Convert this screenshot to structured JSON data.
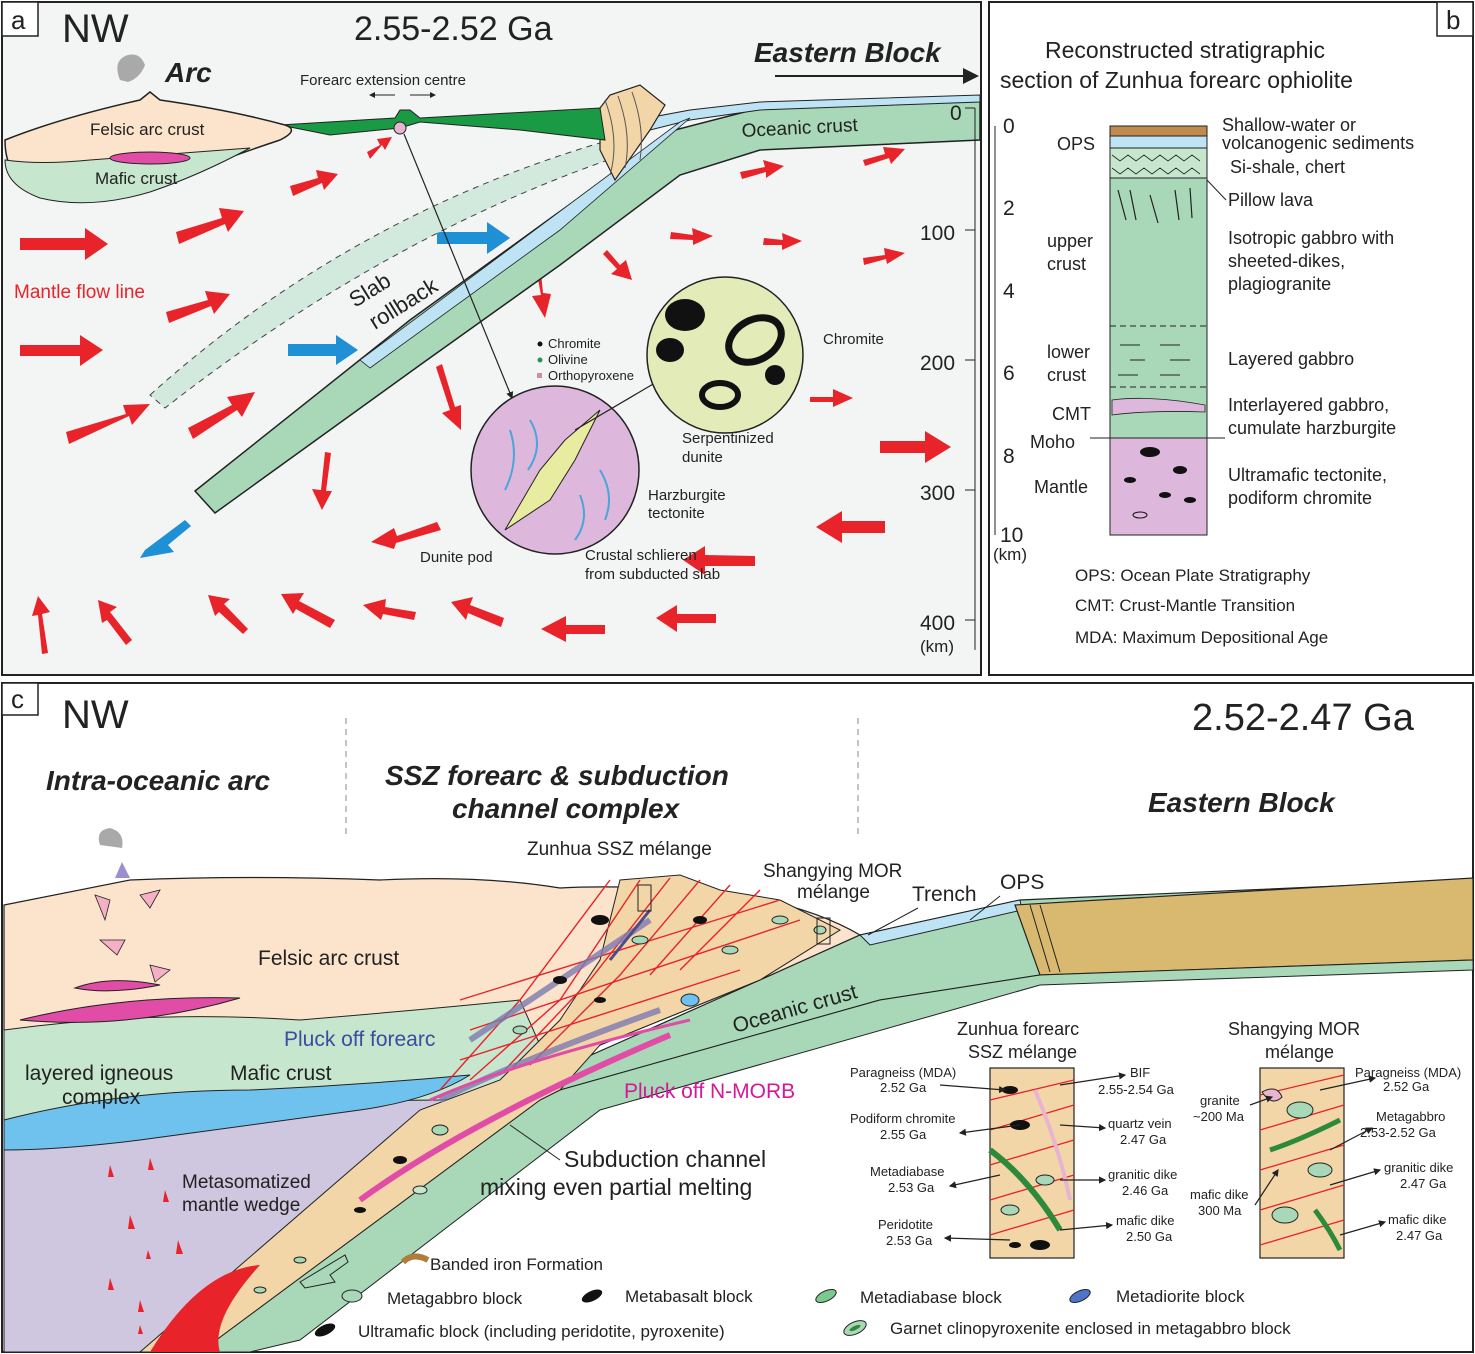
{
  "panel_a": {
    "letter": "a",
    "direction": "NW",
    "age": "2.55-2.52 Ga",
    "eastern_block": "Eastern Block",
    "arc": "Arc",
    "forearc_extension": "Forearc extension centre",
    "felsic_arc_crust": "Felsic arc crust",
    "mafic_crust": "Mafic crust",
    "oceanic_crust": "Oceanic crust",
    "slab": "Slab",
    "rollback": "rollback",
    "mantle_flow_line": "Mantle flow line",
    "chromite_key": "Chromite",
    "olivine_key": "Olivine",
    "orthopyroxene_key": "Orthopyroxene",
    "chromite_label": "Chromite",
    "serpentinized_1": "Serpentinized",
    "serpentinized_2": "dunite",
    "harzburgite_1": "Harzburgite",
    "harzburgite_2": "tectonite",
    "dunite_pod": "Dunite pod",
    "crustal_1": "Crustal schlieren",
    "crustal_2": "from subducted slab",
    "depth_ticks": [
      "0",
      "100",
      "200",
      "300",
      "400"
    ],
    "depth_unit": "(km)"
  },
  "panel_b": {
    "letter": "b",
    "title_1": "Reconstructed stratigraphic",
    "title_2": "section of Zunhua forearc ophiolite",
    "depth_ticks": [
      "0",
      "2",
      "4",
      "6",
      "8",
      "10"
    ],
    "depth_unit": "(km)",
    "ops": "OPS",
    "upper_1": "upper",
    "upper_2": "crust",
    "lower_1": "lower",
    "lower_2": "crust",
    "cmt": "CMT",
    "moho": "Moho",
    "mantle": "Mantle",
    "shallow_1": "Shallow-water or",
    "shallow_2": "volcanogenic sediments",
    "sishale": "Si-shale, chert",
    "pillow": "Pillow lava",
    "isotropic_1": "Isotropic gabbro with",
    "isotropic_2": "sheeted-dikes,",
    "isotropic_3": "plagiogranite",
    "layered": "Layered gabbro",
    "interlayered_1": "Interlayered gabbro,",
    "interlayered_2": "cumulate harzburgite",
    "ultramafic_1": "Ultramafic tectonite,",
    "ultramafic_2": "podiform chromite",
    "abbr_ops": "OPS: Ocean Plate Stratigraphy",
    "abbr_cmt": "CMT: Crust-Mantle Transition",
    "abbr_mda": "MDA: Maximum Depositional Age"
  },
  "panel_c": {
    "letter": "c",
    "direction": "NW",
    "age": "2.52-2.47 Ga",
    "intra_oceanic_arc": "Intra-oceanic arc",
    "ssz_1": "SSZ forearc & subduction",
    "ssz_2": "channel complex",
    "eastern_block": "Eastern Block",
    "zunhua_melange": "Zunhua SSZ mélange",
    "shangying_1": "Shangying MOR",
    "shangying_2": "mélange",
    "trench": "Trench",
    "ops": "OPS",
    "felsic_arc_crust": "Felsic arc crust",
    "oceanic_crust": "Oceanic crust",
    "pluck_forearc": "Pluck off forearc",
    "pluck_nmorb": "Pluck off N-MORB",
    "layered_1": "layered igneous",
    "layered_2": "complex",
    "mafic_crust": "Mafic crust",
    "metasom_1": "Metasomatized",
    "metasom_2": "mantle wedge",
    "channel_1": "Subduction channel",
    "channel_2": "mixing even partial melting",
    "zunhua_col_1": "Zunhua forearc",
    "zunhua_col_2": "SSZ mélange",
    "shangying_col_1": "Shangying MOR",
    "shangying_col_2": "mélange",
    "z_labels": {
      "paragneiss": "Paragneiss (MDA)",
      "paragneiss_age": "2.52 Ga",
      "podiform": "Podiform chromite",
      "podiform_age": "2.55 Ga",
      "metadiabase": "Metadiabase",
      "metadiabase_age": "2.53 Ga",
      "peridotite": "Peridotite",
      "peridotite_age": "2.53 Ga",
      "bif": "BIF",
      "bif_age": "2.55-2.54 Ga",
      "quartz": "quartz vein",
      "quartz_age": "2.47 Ga",
      "granitic": "granitic dike",
      "granitic_age": "2.46 Ga",
      "mafic": "mafic dike",
      "mafic_age": "2.50 Ga"
    },
    "s_labels": {
      "granite": "granite",
      "granite_age": "~200 Ma",
      "mafic_left": "mafic dike",
      "mafic_left_age": "300 Ma",
      "paragneiss": "Paragneiss (MDA)",
      "paragneiss_age": "2.52 Ga",
      "metagabbro": "Metagabbro",
      "metagabbro_age": "2.53-2.52 Ga",
      "granitic": "granitic dike",
      "granitic_age": "2.47 Ga",
      "mafic": "mafic dike",
      "mafic_age": "2.47 Ga"
    },
    "legend": {
      "bif": "Banded iron Formation",
      "metagabbro": "Metagabbro block",
      "metabasalt": "Metabasalt block",
      "metadiabase": "Metadiabase block",
      "metadiorite": "Metadiorite block",
      "ultramafic": "Ultramafic block (including peridotite, pyroxenite)",
      "garnet": "Garnet clinopyroxenite enclosed in metagabbro block"
    }
  },
  "colors": {
    "felsic": "#fbe3cc",
    "mafic": "#c6e6cd",
    "oceanic": "#a8d8b8",
    "water": "#bde3f4",
    "mantle": "#f3f4f4",
    "wedge": "#cfc6e0",
    "channel": "#f3d6a8",
    "red_arrow": "#e8232a",
    "blue_arrow": "#1f8fd6"
  }
}
